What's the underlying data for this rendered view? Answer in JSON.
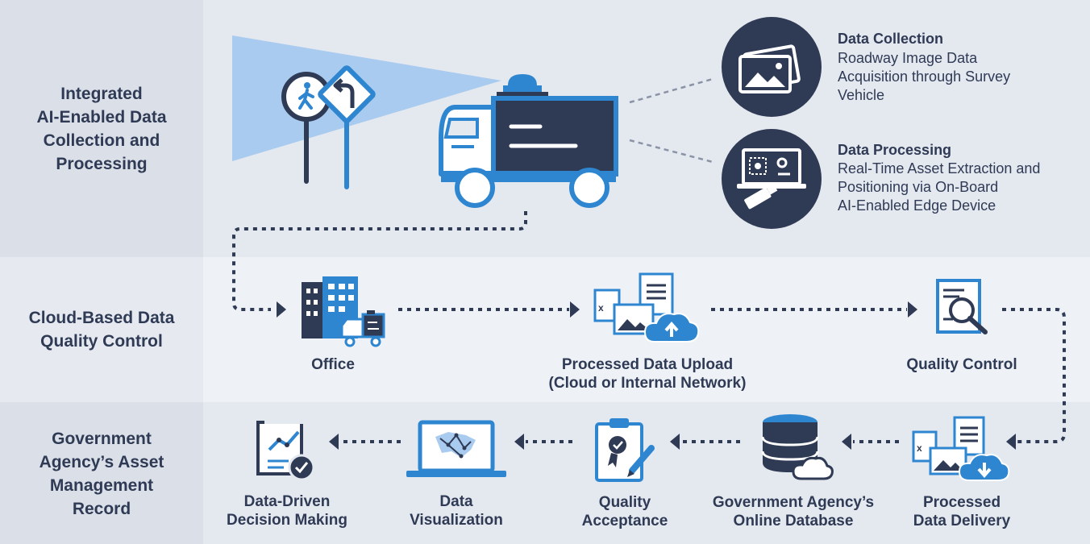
{
  "colors": {
    "navy": "#2f3a55",
    "blue": "#2e86d1",
    "light_blue": "#a9cbef",
    "band_label": "#dbe0e8",
    "band_light": "#eef2f7",
    "band_base": "#e4e8ef"
  },
  "bands": [
    {
      "label": "Integrated\nAI-Enabled Data\nCollection and\nProcessing"
    },
    {
      "label": "Cloud-Based Data\nQuality Control"
    },
    {
      "label": "Government\nAgency’s Asset\nManagement\nRecord"
    }
  ],
  "info": {
    "collection": {
      "title": "Data Collection",
      "desc": "Roadway Image Data\nAcquisition through Survey\nVehicle",
      "icon": "photos-icon"
    },
    "processing": {
      "title": "Data Processing",
      "desc": "Real-Time Asset Extraction and\nPositioning via On-Board\nAI-Enabled Edge Device",
      "icon": "edge-device-icon"
    }
  },
  "nodes": {
    "office": {
      "label": "Office",
      "icon": "office-building-icon"
    },
    "upload": {
      "label": "Processed Data Upload\n(Cloud or Internal Network)",
      "icon": "cloud-upload-icon"
    },
    "quality_control": {
      "label": "Quality Control",
      "icon": "document-search-icon"
    },
    "delivery": {
      "label": "Processed\nData Delivery",
      "icon": "cloud-download-icon"
    },
    "database": {
      "label": "Government Agency’s\nOnline Database",
      "icon": "database-icon"
    },
    "acceptance": {
      "label": "Quality\nAcceptance",
      "icon": "clipboard-badge-icon"
    },
    "visualization": {
      "label": "Data\nVisualization",
      "icon": "laptop-map-icon"
    },
    "decision": {
      "label": "Data-Driven\nDecision Making",
      "icon": "report-check-icon"
    }
  }
}
